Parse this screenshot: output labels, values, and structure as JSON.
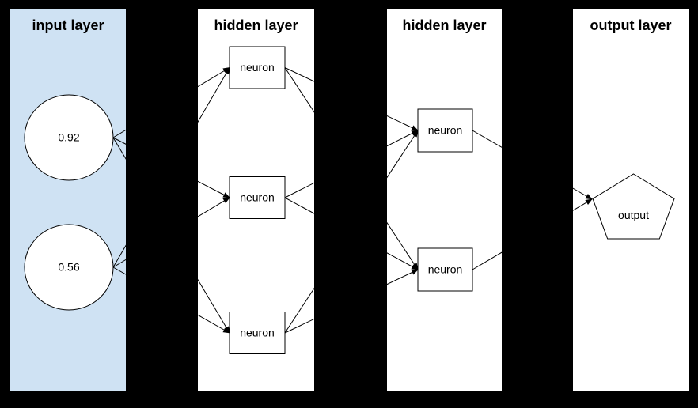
{
  "diagram": {
    "type": "neural-network-diagram",
    "background": "#000000",
    "line_color": "#000000",
    "layers": [
      {
        "id": "input",
        "title": "input layer",
        "fill": "#cfe2f3",
        "nodes": [
          {
            "id": "input-1",
            "shape": "circle",
            "label": "0.92"
          },
          {
            "id": "input-2",
            "shape": "circle",
            "label": "0.56"
          }
        ]
      },
      {
        "id": "hidden1",
        "title": "hidden layer",
        "fill": "#ffffff",
        "nodes": [
          {
            "id": "h1-1",
            "shape": "rectangle",
            "label": "neuron"
          },
          {
            "id": "h1-2",
            "shape": "rectangle",
            "label": "neuron"
          },
          {
            "id": "h1-3",
            "shape": "rectangle",
            "label": "neuron"
          }
        ]
      },
      {
        "id": "hidden2",
        "title": "hidden layer",
        "fill": "#ffffff",
        "nodes": [
          {
            "id": "h2-1",
            "shape": "rectangle",
            "label": "neuron"
          },
          {
            "id": "h2-2",
            "shape": "rectangle",
            "label": "neuron"
          }
        ]
      },
      {
        "id": "output",
        "title": "output layer",
        "fill": "#ffffff",
        "nodes": [
          {
            "id": "out-1",
            "shape": "pentagon",
            "label": "output"
          }
        ]
      }
    ],
    "edges": [
      [
        "input-1",
        "h1-1"
      ],
      [
        "input-1",
        "h1-2"
      ],
      [
        "input-1",
        "h1-3"
      ],
      [
        "input-2",
        "h1-1"
      ],
      [
        "input-2",
        "h1-2"
      ],
      [
        "input-2",
        "h1-3"
      ],
      [
        "h1-1",
        "h2-1"
      ],
      [
        "h1-1",
        "h2-2"
      ],
      [
        "h1-2",
        "h2-1"
      ],
      [
        "h1-2",
        "h2-2"
      ],
      [
        "h1-3",
        "h2-1"
      ],
      [
        "h1-3",
        "h2-2"
      ],
      [
        "h2-1",
        "out-1"
      ],
      [
        "h2-2",
        "out-1"
      ]
    ]
  }
}
